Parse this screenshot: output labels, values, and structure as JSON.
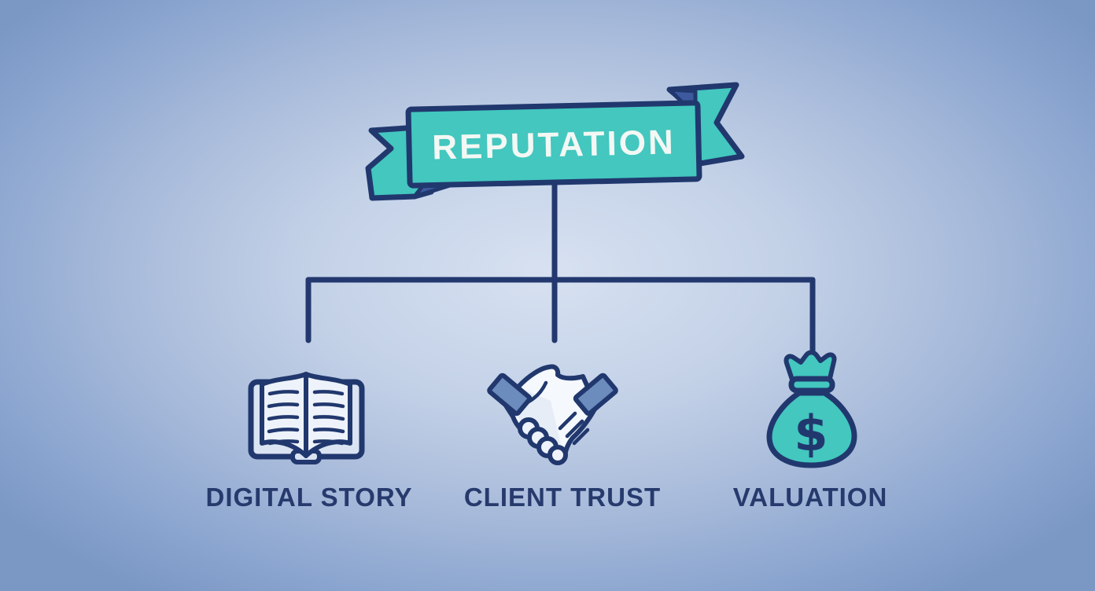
{
  "banner": {
    "title": "REPUTATION"
  },
  "nodes": [
    {
      "id": "digital-story",
      "label": "DIGITAL STORY",
      "icon": "open-book-icon"
    },
    {
      "id": "client-trust",
      "label": "CLIENT TRUST",
      "icon": "handshake-icon"
    },
    {
      "id": "valuation",
      "label": "VALUATION",
      "icon": "money-bag-icon"
    }
  ],
  "money_bag": {
    "currency_symbol": "$"
  },
  "colors": {
    "teal": "#43c7bf",
    "navy_outline": "#21386e",
    "connector_navy": "#22386e",
    "ribbon_fold_blue": "#3d5a9e",
    "cuff_steel_blue": "#6c8cbe",
    "hand_white": "#f5f8fd",
    "hand_shade": "#e4ebf5",
    "knuckle_white": "#eef2fa",
    "page_white": "#eef3fb",
    "book_cover": "#d9e3f2",
    "title_text": "#f3f8f4",
    "label_text": "#263a6d",
    "background_center": "#d7e1f1",
    "background_edge": "#7b97c4"
  }
}
